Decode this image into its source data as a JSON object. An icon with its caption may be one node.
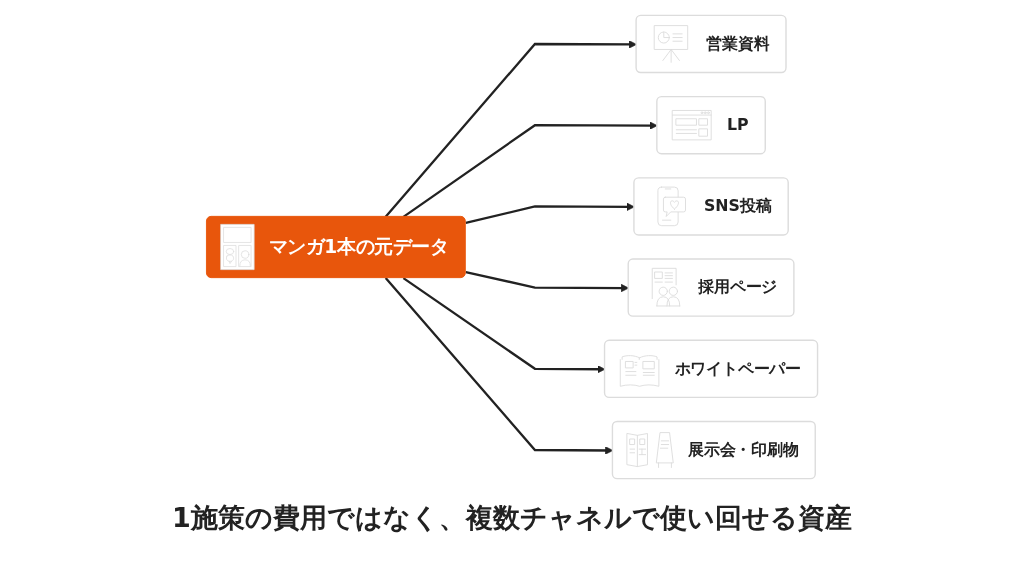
{
  "diagram": {
    "caption": "1施策の費用ではなく、複数チャネルで使い回せる資産",
    "nodes": [
      {
        "text": [
          "マンガ1本の元データ"
        ]
      },
      {
        "text": [
          "営業資料"
        ]
      },
      {
        "text": [
          "LP"
        ]
      },
      {
        "text": [
          "SNS投稿"
        ]
      },
      {
        "text": [
          "採用ページ"
        ]
      },
      {
        "text": [
          "ホワイトペーパー"
        ]
      },
      {
        "text": [
          "展示会・印刷物"
        ]
      }
    ],
    "edges": [
      {
        "from": 0,
        "to": 1,
        "arrow": "to"
      },
      {
        "from": 0,
        "to": 2,
        "arrow": "to"
      },
      {
        "from": 0,
        "to": 3,
        "arrow": "to"
      },
      {
        "from": 0,
        "to": 4,
        "arrow": "to"
      },
      {
        "from": 0,
        "to": 5,
        "arrow": "to"
      },
      {
        "from": 0,
        "to": 6,
        "arrow": "to"
      }
    ]
  }
}
